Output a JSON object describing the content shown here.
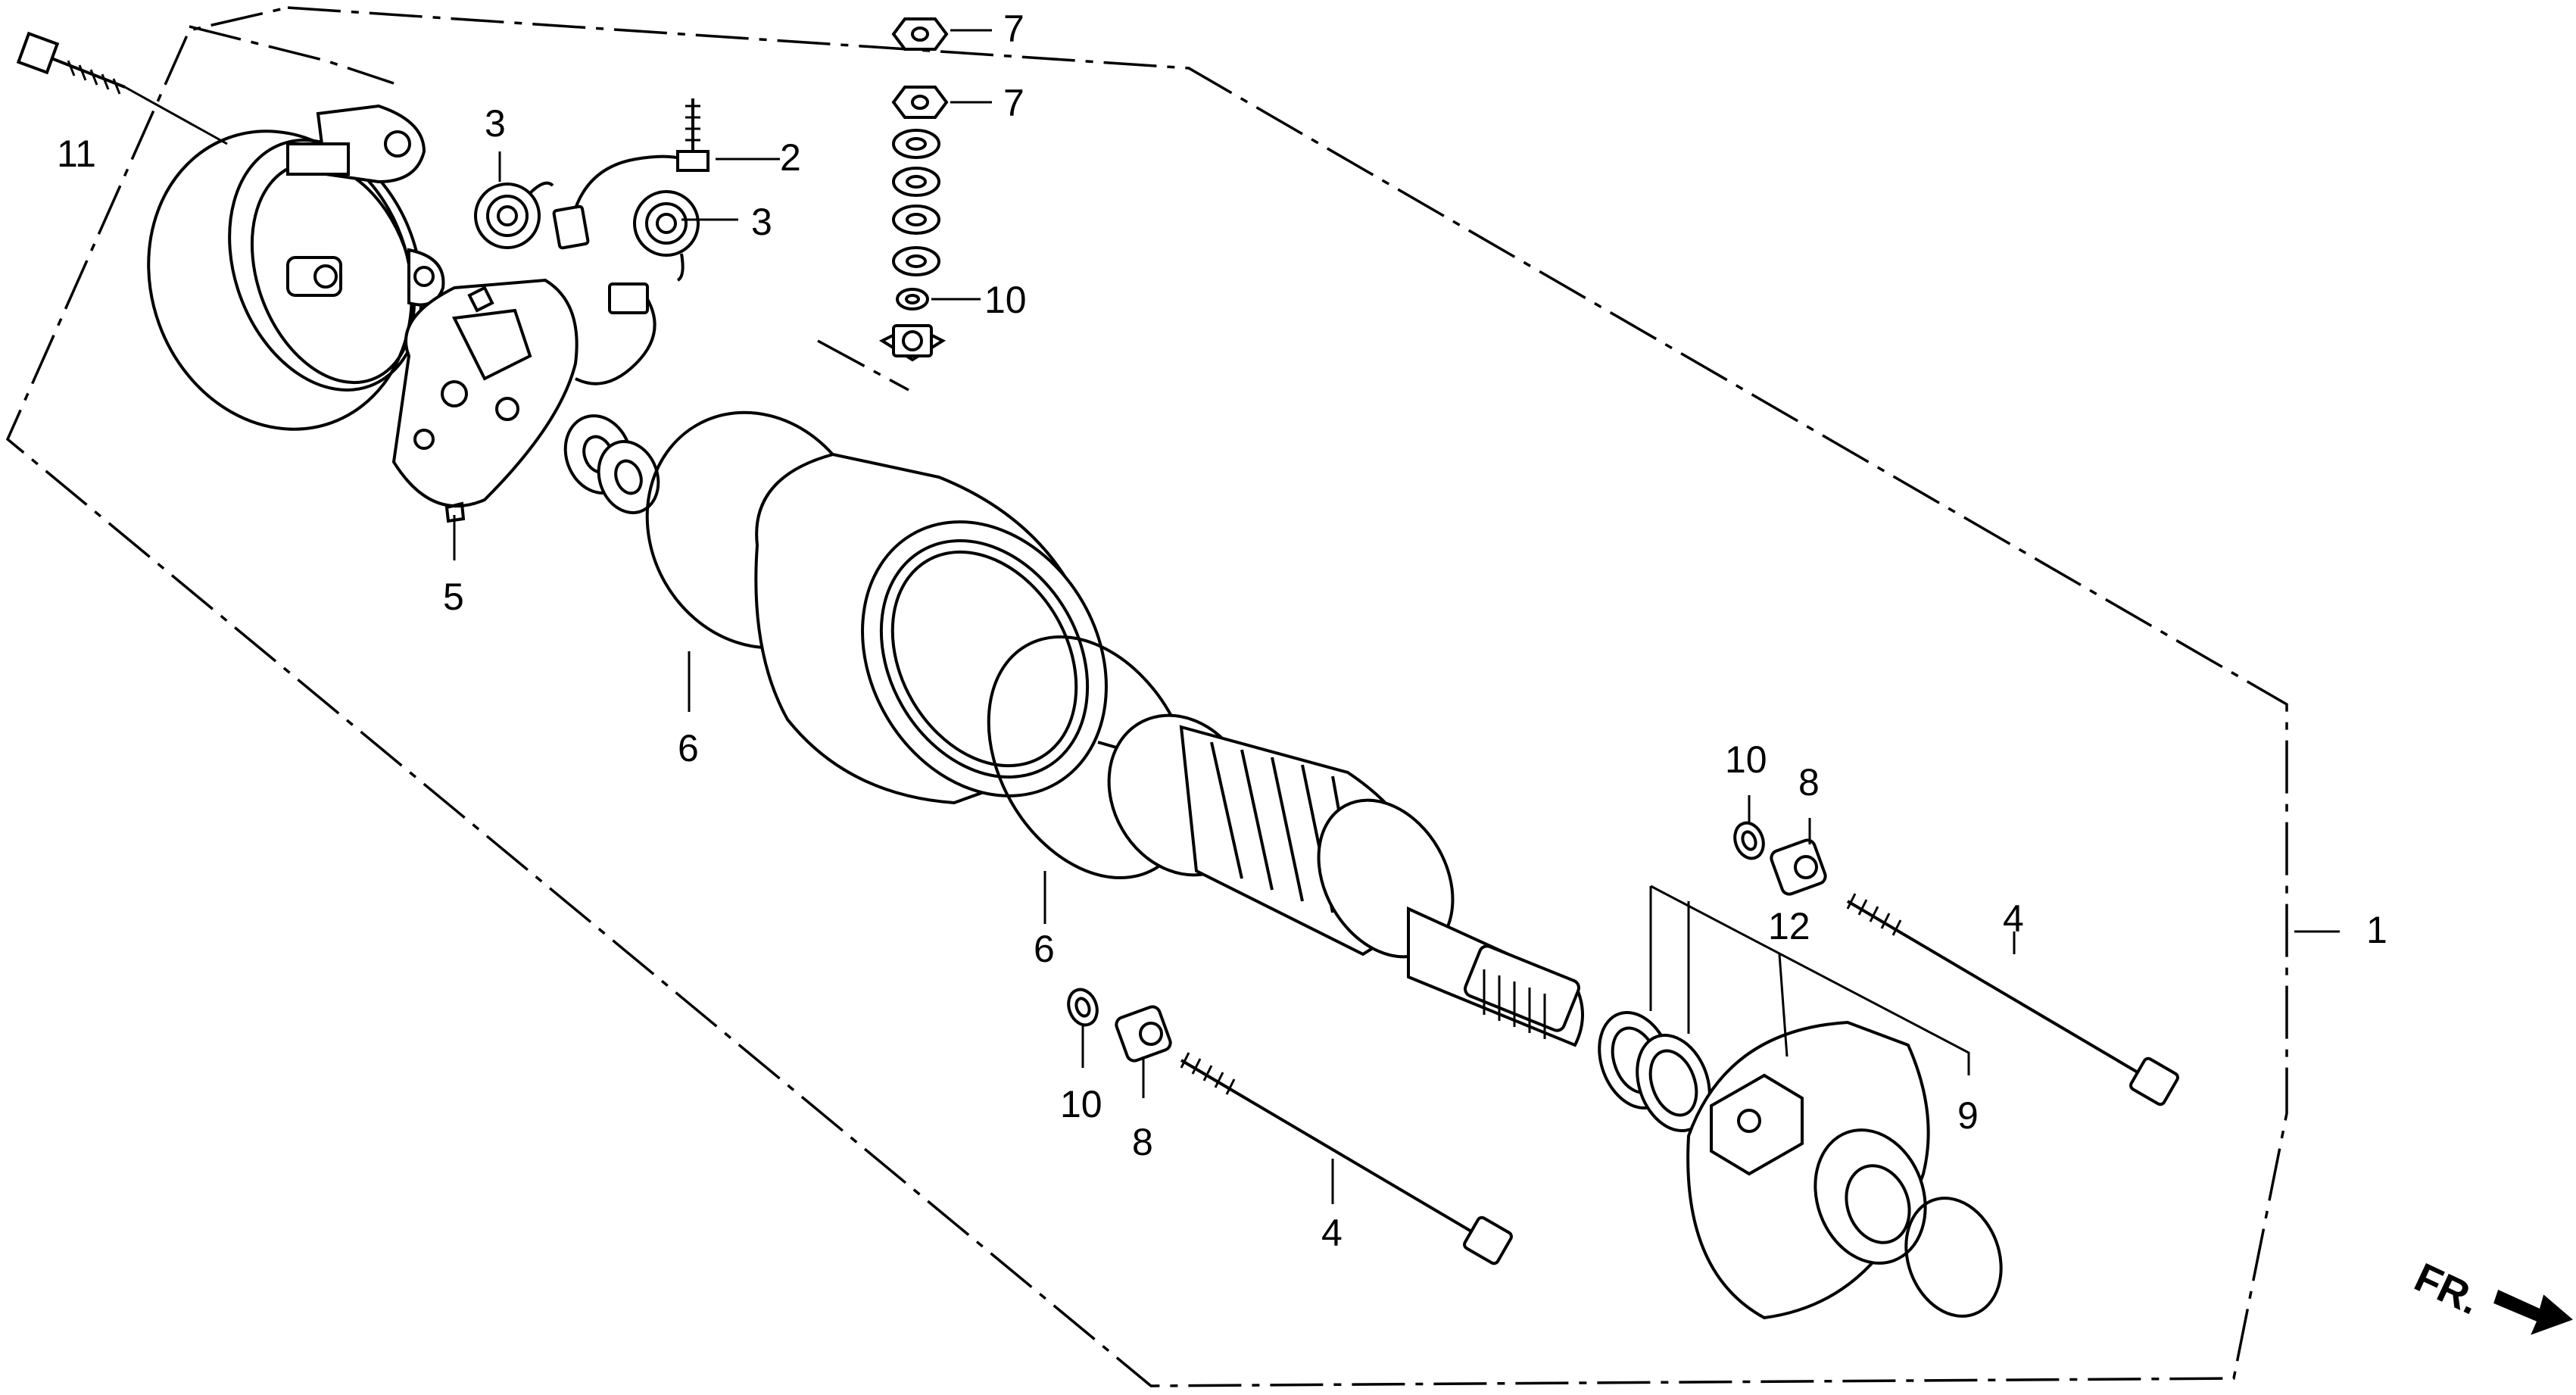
{
  "diagram": {
    "labels": [
      {
        "id": "callout-11",
        "text": "11"
      },
      {
        "id": "callout-3a",
        "text": "3"
      },
      {
        "id": "callout-2",
        "text": "2"
      },
      {
        "id": "callout-3b",
        "text": "3"
      },
      {
        "id": "callout-7a",
        "text": "7"
      },
      {
        "id": "callout-7b",
        "text": "7"
      },
      {
        "id": "callout-10a",
        "text": "10"
      },
      {
        "id": "callout-5",
        "text": "5"
      },
      {
        "id": "callout-6a",
        "text": "6"
      },
      {
        "id": "callout-6b",
        "text": "6"
      },
      {
        "id": "callout-10b",
        "text": "10"
      },
      {
        "id": "callout-8a",
        "text": "8"
      },
      {
        "id": "callout-12",
        "text": "12"
      },
      {
        "id": "callout-4a",
        "text": "4"
      },
      {
        "id": "callout-1",
        "text": "1"
      },
      {
        "id": "callout-9",
        "text": "9"
      },
      {
        "id": "callout-10c",
        "text": "10"
      },
      {
        "id": "callout-8b",
        "text": "8"
      },
      {
        "id": "callout-4b",
        "text": "4"
      }
    ],
    "direction_indicator": "FR."
  }
}
